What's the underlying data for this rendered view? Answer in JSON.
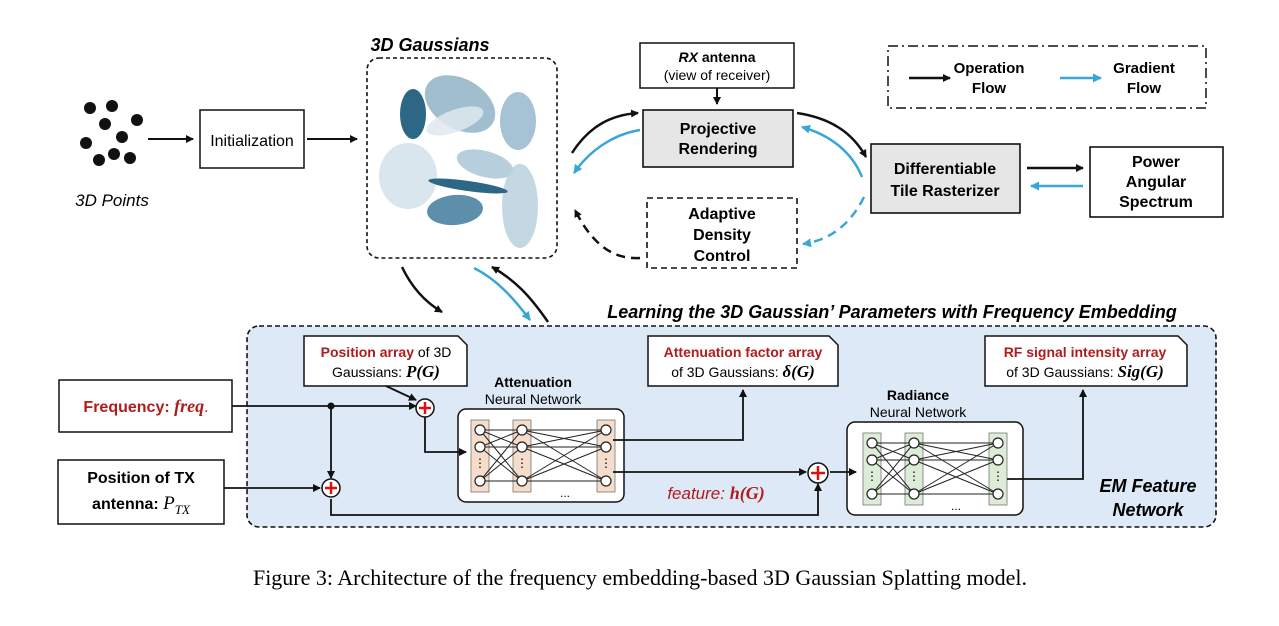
{
  "title": "3D Gaussians",
  "points_label": "3D Points",
  "initialization": "Initialization",
  "rx": {
    "line1": "RX",
    "line1b": " antenna",
    "line2": "(view of receiver)"
  },
  "projective": {
    "line1": "Projective",
    "line2": "Rendering"
  },
  "rasterizer": {
    "line1": "Differentiable",
    "line2": "Tile Rasterizer"
  },
  "spectrum": {
    "line1": "Power",
    "line2": "Angular",
    "line3": "Spectrum"
  },
  "adaptive": {
    "line1": "Adaptive",
    "line2": "Density",
    "line3": "Control"
  },
  "legend": {
    "op1": "Operation",
    "op2": "Flow",
    "gr1": "Gradient",
    "gr2": "Flow"
  },
  "learning_title": "Learning the 3D Gaussian’ Parameters with Frequency Embedding",
  "frequency": {
    "label": "Frequency: ",
    "var": "freq",
    "dot": "."
  },
  "tx": {
    "line1": "Position of TX",
    "line2": "antenna: ",
    "var": "P",
    "sub": "TX"
  },
  "position_array": {
    "red": "Position array",
    "rest": " of 3D",
    "line2": "Gaussians: ",
    "math": "P(G)"
  },
  "attenuation_array": {
    "red": "Attenuation factor array",
    "line2": "of 3D Gaussians: ",
    "math": "δ(G)"
  },
  "rf_array": {
    "red": "RF signal intensity array",
    "line2": "of 3D Gaussians: ",
    "math": "Sig(G)"
  },
  "attenuation_nn": {
    "line1": "Attenuation",
    "line2": "Neural Network"
  },
  "radiance_nn": {
    "line1": "Radiance",
    "line2": "Neural Network"
  },
  "feature": {
    "label": "feature: ",
    "math": "h(G)"
  },
  "em": {
    "line1": "EM Feature",
    "line2": "Network"
  },
  "ellipsis": "...",
  "caption": "Figure 3: Architecture of the frequency embedding-based 3D Gaussian Splatting model.",
  "colors": {
    "operation": "#111111",
    "gradient": "#3aa6d8",
    "network_bg": "#dde9f6",
    "red_text": "#b01c1c",
    "neuron_fill": "#f6dccb",
    "neuron_fill2": "#dcecd6"
  }
}
